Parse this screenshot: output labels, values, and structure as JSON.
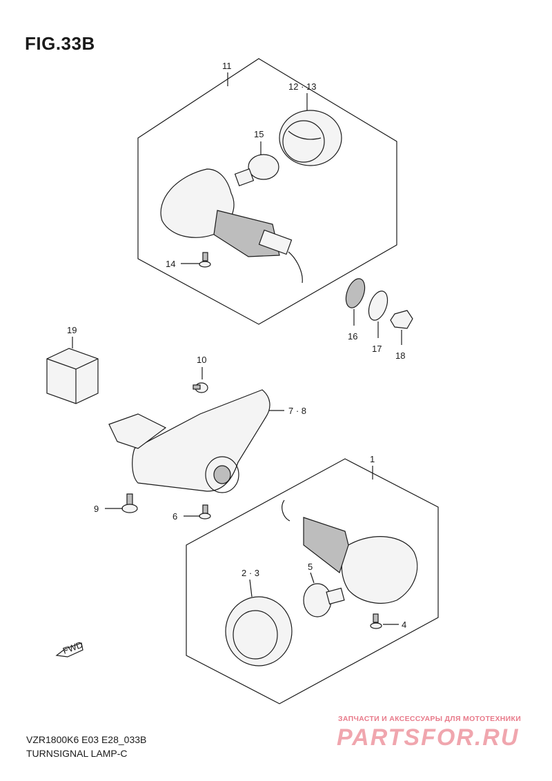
{
  "figure": {
    "title": "FIG.33B",
    "caption_model": "VZR1800K6 E03 E28_033B",
    "caption_name": "TURNSIGNAL LAMP-C"
  },
  "callouts": [
    {
      "id": "c11",
      "label": "11"
    },
    {
      "id": "c12_13",
      "label": "12 · 13"
    },
    {
      "id": "c15",
      "label": "15"
    },
    {
      "id": "c14",
      "label": "14"
    },
    {
      "id": "c16",
      "label": "16"
    },
    {
      "id": "c17",
      "label": "17"
    },
    {
      "id": "c18",
      "label": "18"
    },
    {
      "id": "c19",
      "label": "19"
    },
    {
      "id": "c10",
      "label": "10"
    },
    {
      "id": "c7_8",
      "label": "7 · 8"
    },
    {
      "id": "c1",
      "label": "1"
    },
    {
      "id": "c9",
      "label": "9"
    },
    {
      "id": "c6",
      "label": "6"
    },
    {
      "id": "c2_3",
      "label": "2 · 3"
    },
    {
      "id": "c5",
      "label": "5"
    },
    {
      "id": "c4",
      "label": "4"
    }
  ],
  "fwd_marker": "FWD",
  "watermark": {
    "tagline": "ЗАПЧАСТИ И АКСЕССУАРЫ ДЛЯ МОТОТЕХНИКИ",
    "logo": "PARTSFOR.RU"
  },
  "colors": {
    "line": "#1a1a1a",
    "watermark": "#e87a8a"
  }
}
